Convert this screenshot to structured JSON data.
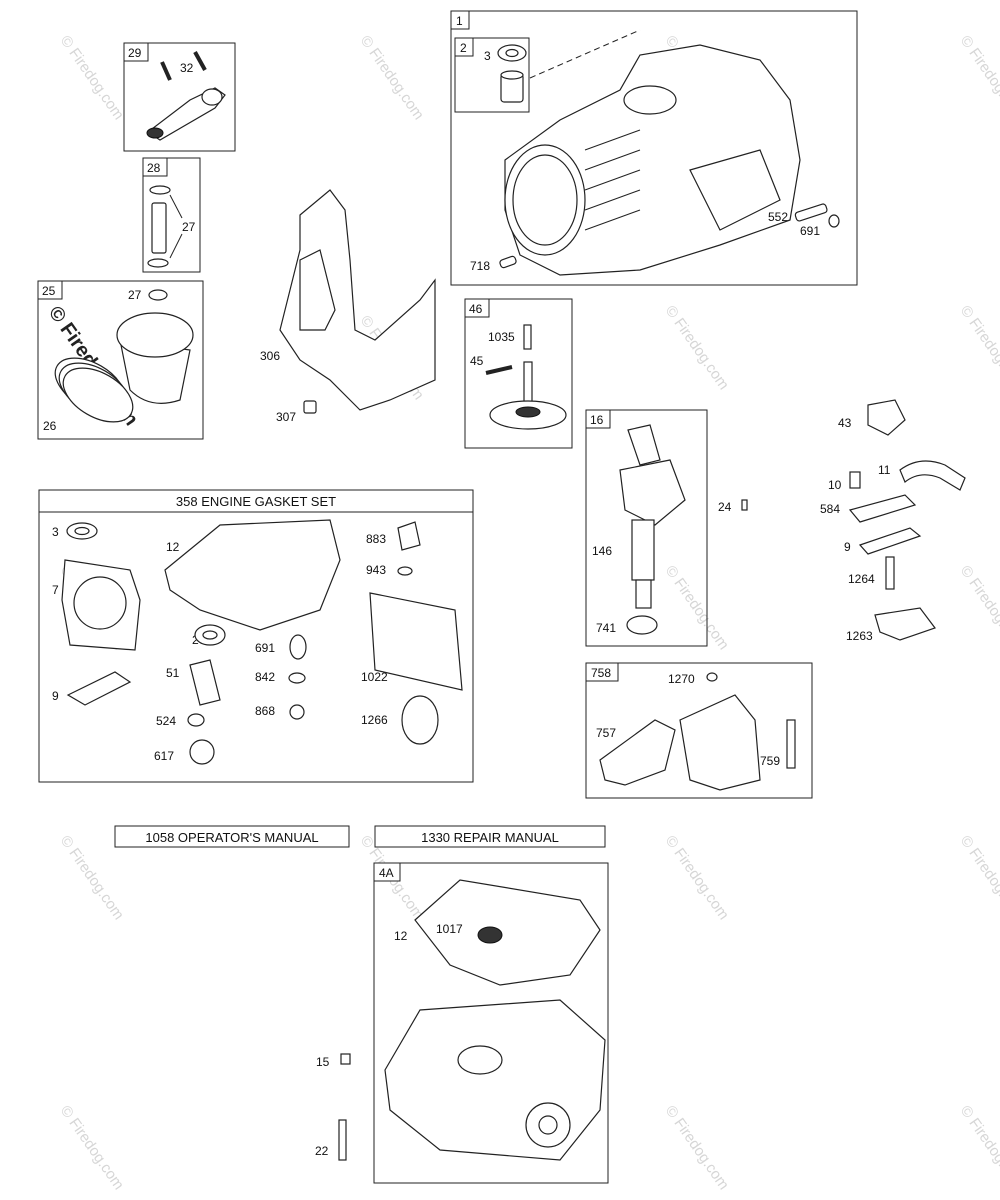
{
  "watermark": "© Firedog.com",
  "kits": {
    "k1": "1",
    "k2": "2",
    "k29": "29",
    "k28": "28",
    "k25": "25",
    "k46": "46",
    "k16": "16",
    "k758": "758",
    "k4a": "4A"
  },
  "titles": {
    "gasket_set": "358 ENGINE GASKET SET",
    "operators_manual": "1058 OPERATOR'S MANUAL",
    "repair_manual": "1330 REPAIR MANUAL"
  },
  "callouts": {
    "p3a": "3",
    "p552": "552",
    "p691a": "691",
    "p718": "718",
    "p32": "32",
    "p27a": "27",
    "p27b": "27",
    "p26": "26",
    "p306": "306",
    "p307": "307",
    "p1035": "1035",
    "p45": "45",
    "p24": "24",
    "p146": "146",
    "p741": "741",
    "p43": "43",
    "p10": "10",
    "p11": "11",
    "p584": "584",
    "p9a": "9",
    "p1264": "1264",
    "p1263": "1263",
    "p1270": "1270",
    "p757": "757",
    "p759": "759",
    "g3": "3",
    "g7": "7",
    "g9": "9",
    "g12": "12",
    "g20": "20",
    "g51": "51",
    "g524": "524",
    "g617": "617",
    "g691": "691",
    "g842": "842",
    "g868": "868",
    "g883": "883",
    "g943": "943",
    "g1022": "1022",
    "g1266": "1266",
    "s12": "12",
    "s1017": "1017",
    "p15": "15",
    "p22": "22"
  }
}
